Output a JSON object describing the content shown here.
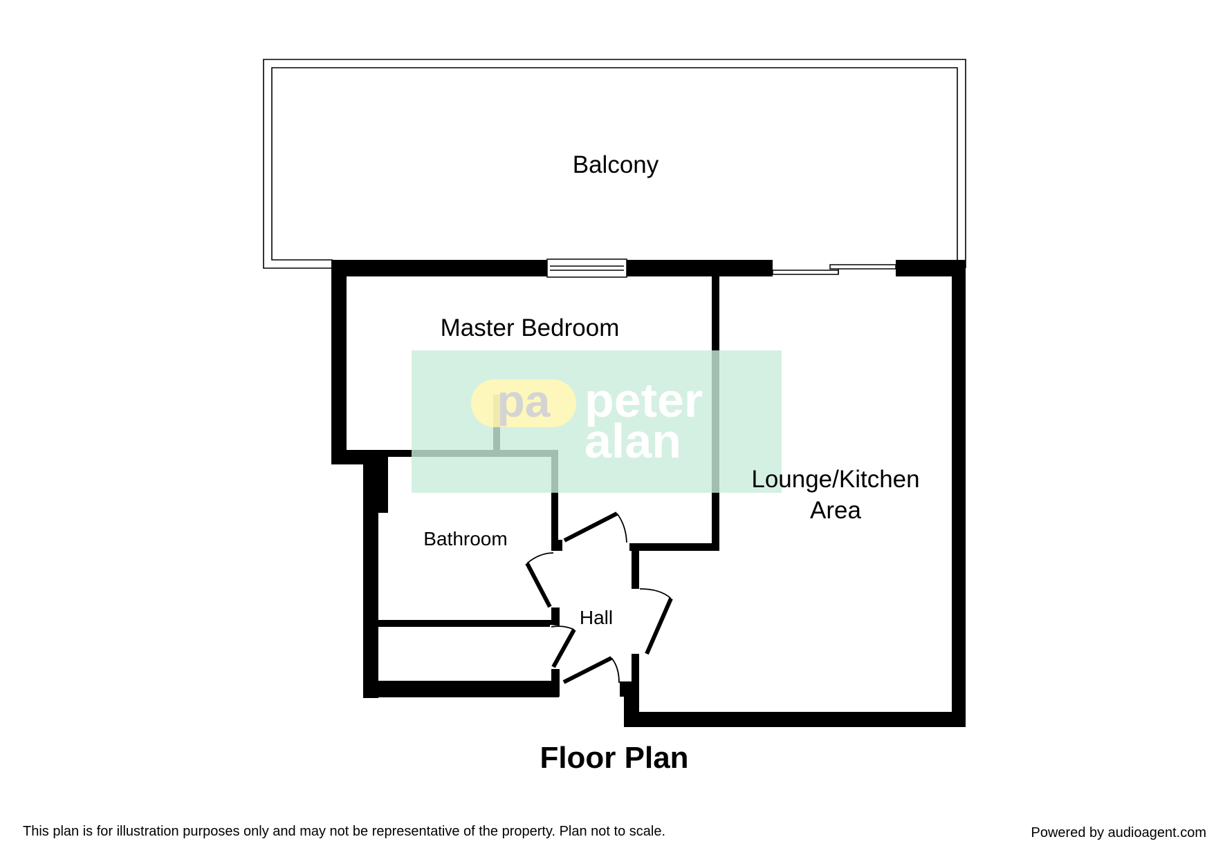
{
  "rooms": {
    "balcony": "Balcony",
    "master_bedroom": "Master Bedroom",
    "lounge_line1": "Lounge/Kitchen",
    "lounge_line2": "Area",
    "bathroom": "Bathroom",
    "hall": "Hall"
  },
  "title": "Floor Plan",
  "footer": {
    "disclaimer": "This plan is for illustration purposes only and may not be representative of the property. Plan not to scale.",
    "powered_by": "Powered by audioagent.com"
  },
  "watermark": {
    "badge": "pa",
    "name_line1": "peter",
    "name_line2": "alan",
    "bg_color": "#c9ecdc",
    "badge_color": "#fdf7b8",
    "badge_text_color": "#d2d2d2"
  },
  "colors": {
    "wall": "#000000",
    "background": "#ffffff"
  }
}
